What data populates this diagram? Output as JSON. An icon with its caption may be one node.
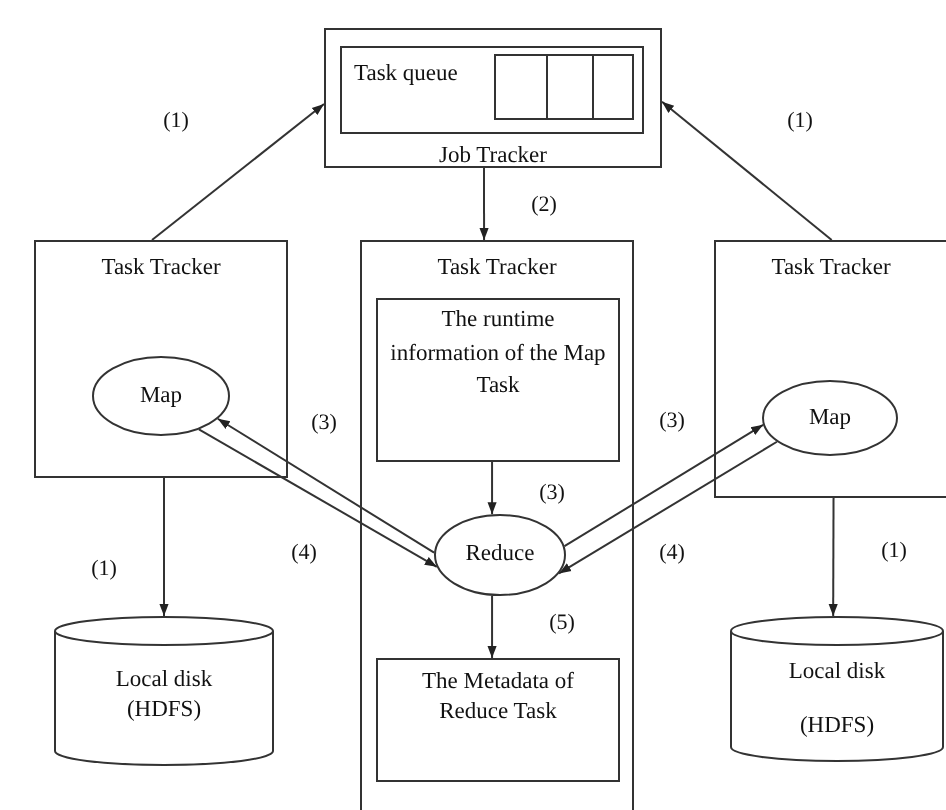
{
  "diagram": {
    "nodes": [
      {
        "text": [
          "Job Tracker"
        ]
      },
      {
        "text": [
          "Task queue"
        ],
        "in": 0
      },
      {
        "text": [],
        "shape": "box",
        "in": 1
      },
      {
        "text": [],
        "shape": "box",
        "in": 1
      },
      {
        "text": [],
        "shape": "box",
        "in": 1
      },
      {
        "text": [
          "Task Tracker"
        ]
      },
      {
        "text": [
          "Map"
        ],
        "in": 5
      },
      {
        "text": [
          "Task Tracker"
        ]
      },
      {
        "text": [
          "The runtime information of the Map Task"
        ],
        "in": 7
      },
      {
        "text": [
          "Reduce"
        ],
        "in": 7
      },
      {
        "text": [
          "The Metadata of Reduce Task"
        ],
        "in": 7
      },
      {
        "text": [
          "Task Tracker"
        ]
      },
      {
        "text": [
          "Map"
        ],
        "in": 11
      },
      {
        "text": [
          "Local disk",
          "(HDFS)"
        ]
      },
      {
        "text": [
          "Local disk",
          "(HDFS)"
        ]
      }
    ],
    "edges": [
      {
        "from": 5,
        "to": 0,
        "arrow": "to",
        "label": "(1)"
      },
      {
        "from": 11,
        "to": 0,
        "arrow": "to",
        "label": "(1)"
      },
      {
        "from": 0,
        "to": 7,
        "arrow": "to",
        "label": "(2)"
      },
      {
        "from": 5,
        "to": 13,
        "arrow": "to",
        "label": "(1)"
      },
      {
        "from": 11,
        "to": 14,
        "arrow": "to",
        "label": "(1)"
      },
      {
        "from": 8,
        "to": 9,
        "arrow": "to",
        "label": "(3)"
      },
      {
        "from": 9,
        "to": 10,
        "arrow": "to",
        "label": "(5)"
      },
      {
        "from": 9,
        "to": 6,
        "arrow": "to",
        "label": "(3)"
      },
      {
        "from": 6,
        "to": 9,
        "arrow": "to",
        "label": "(4)"
      },
      {
        "from": 9,
        "to": 12,
        "arrow": "to",
        "label": "(3)"
      },
      {
        "from": 12,
        "to": 9,
        "arrow": "to",
        "label": "(4)"
      }
    ]
  }
}
